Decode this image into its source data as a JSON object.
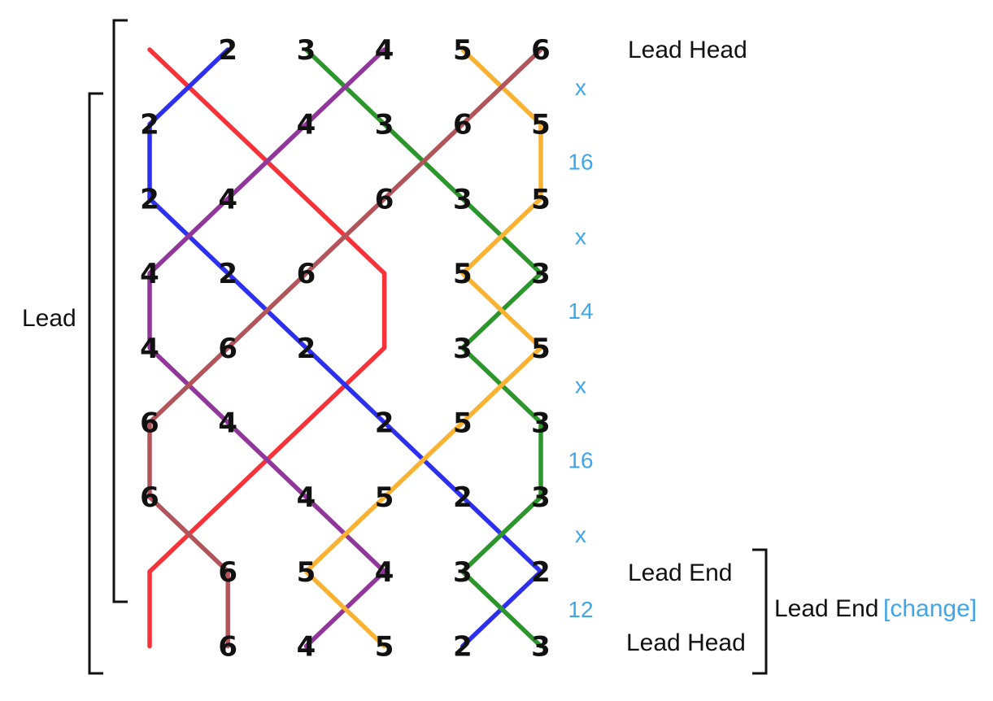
{
  "rows": [
    [
      "",
      "2",
      "3",
      "4",
      "5",
      "6"
    ],
    [
      "2",
      "",
      "4",
      "3",
      "6",
      "5"
    ],
    [
      "2",
      "4",
      "",
      "6",
      "3",
      "5"
    ],
    [
      "4",
      "2",
      "6",
      "",
      "5",
      "3"
    ],
    [
      "4",
      "6",
      "2",
      "",
      "3",
      "5"
    ],
    [
      "6",
      "4",
      "",
      "2",
      "5",
      "3"
    ],
    [
      "6",
      "",
      "4",
      "5",
      "2",
      "3"
    ],
    [
      "",
      "6",
      "5",
      "4",
      "3",
      "2"
    ],
    [
      "",
      "6",
      "4",
      "5",
      "2",
      "3"
    ]
  ],
  "changes": [
    "x",
    "16",
    "x",
    "14",
    "x",
    "16",
    "x",
    "12"
  ],
  "lines": [
    {
      "bell": "1",
      "color": "#f73238",
      "columns": [
        0,
        1,
        2,
        3,
        3,
        2,
        1,
        0,
        0
      ]
    },
    {
      "bell": "2",
      "color": "#2e30ef",
      "columns": [
        1,
        0,
        0,
        1,
        2,
        3,
        4,
        5,
        4
      ]
    },
    {
      "bell": "3",
      "color": "#2c962c",
      "columns": [
        2,
        3,
        4,
        5,
        4,
        5,
        5,
        4,
        5
      ]
    },
    {
      "bell": "4",
      "color": "#91369a",
      "columns": [
        3,
        2,
        1,
        0,
        0,
        1,
        2,
        3,
        2
      ]
    },
    {
      "bell": "5",
      "color": "#fab232",
      "columns": [
        4,
        5,
        5,
        4,
        5,
        4,
        3,
        2,
        3
      ]
    },
    {
      "bell": "6",
      "color": "#b2555a",
      "columns": [
        5,
        4,
        3,
        2,
        1,
        0,
        0,
        1,
        1
      ]
    }
  ],
  "labels": {
    "lead_head_top": "Lead Head",
    "lead_end": "Lead End",
    "lead_head_bottom": "Lead Head",
    "lead": "Lead",
    "lead_end_change": "Lead End",
    "change_link": "[change]"
  },
  "colors": {
    "text": "#111111",
    "accent": "#3fa6e8"
  }
}
